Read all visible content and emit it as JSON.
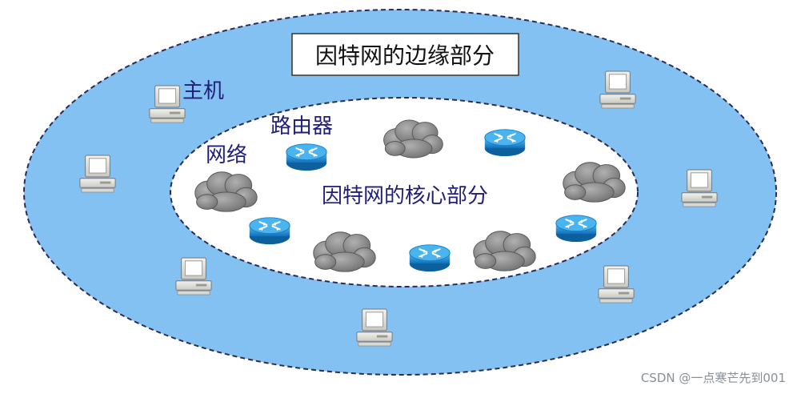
{
  "diagram": {
    "edge_title": "因特网的边缘部分",
    "core_title": "因特网的核心部分",
    "host_label": "主机",
    "router_label": "路由器",
    "network_label": "网络",
    "colors": {
      "edge_fill": "#83c1f2",
      "core_fill": "#ffffff",
      "outline": "#2b2b55",
      "text": "#1f1f7a",
      "router_body": "#1f8fd8",
      "cloud_fill": "#8e8e8e"
    }
  },
  "watermark": "CSDN @一点寒芒先到001"
}
